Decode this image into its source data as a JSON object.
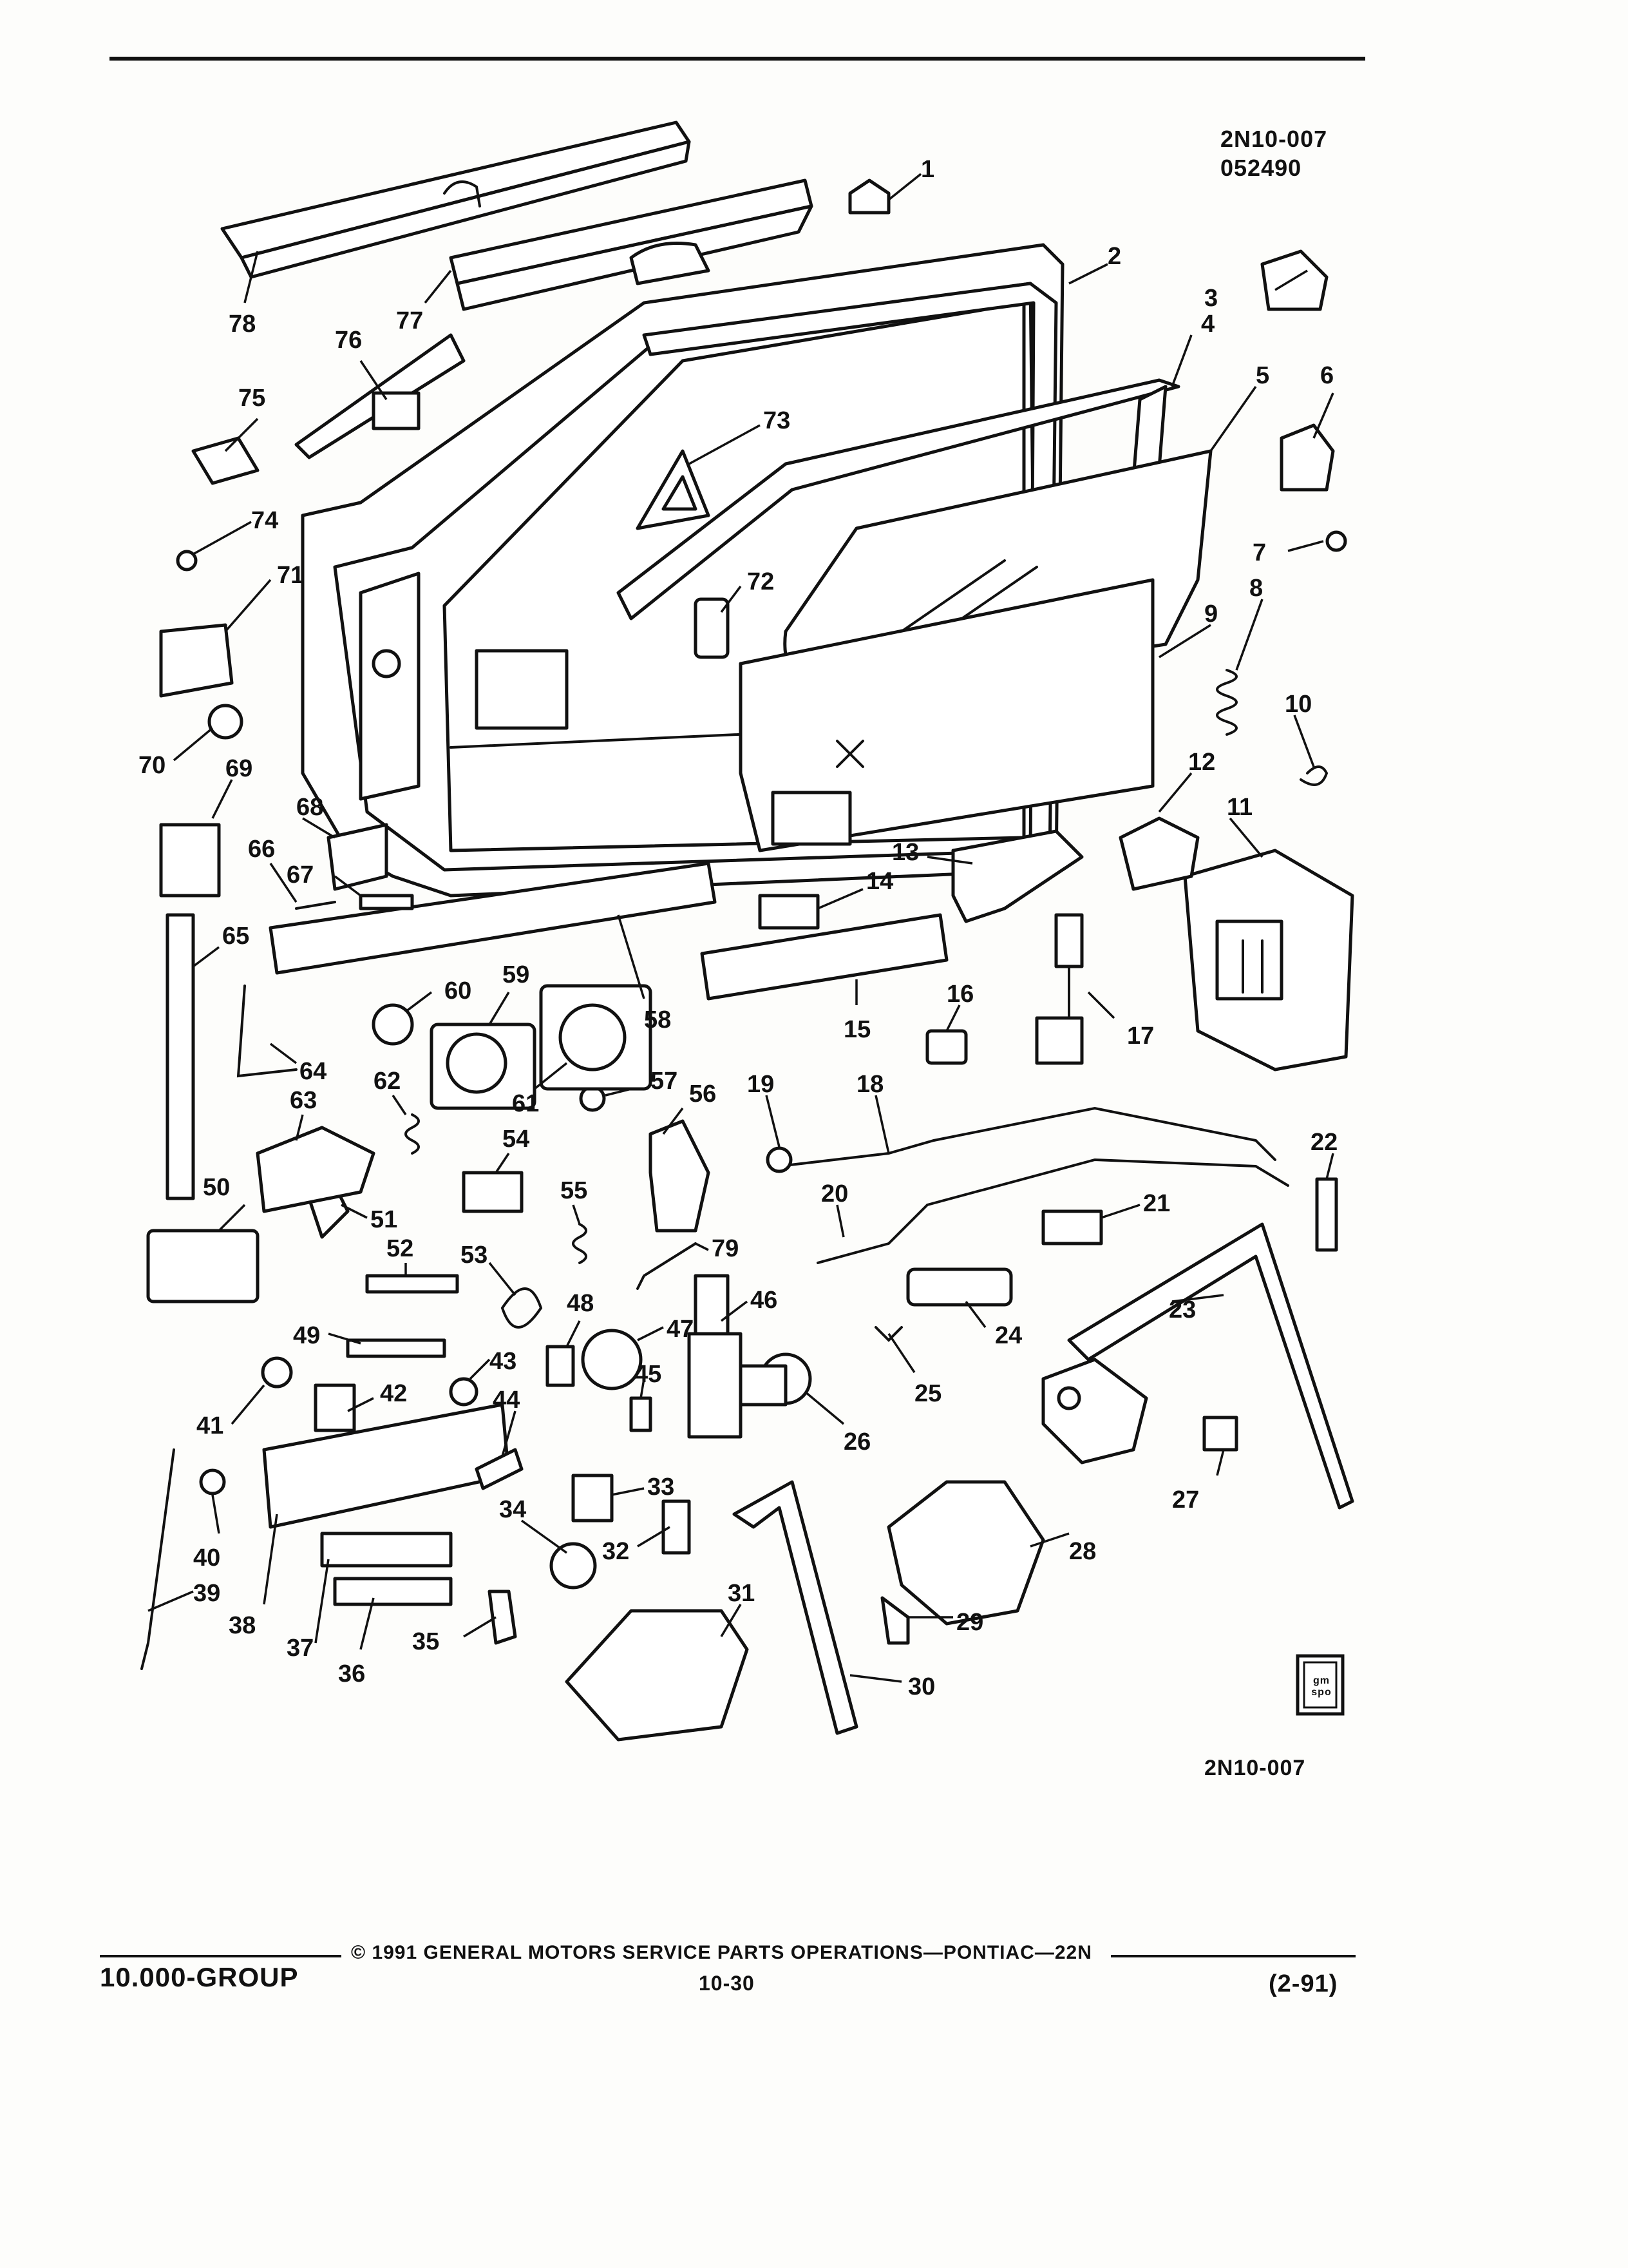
{
  "header": {
    "code": "2N10-007",
    "date": "052490"
  },
  "footer": {
    "group": "10.000-GROUP",
    "copyright": "© 1991  GENERAL MOTORS SERVICE PARTS OPERATIONS—PONTIAC—22N",
    "page": "10-30",
    "revision": "(2-91)",
    "figure_code": "2N10-007",
    "logo_text": "gm spo"
  },
  "callouts": [
    "1",
    "2",
    "3",
    "4",
    "5",
    "6",
    "7",
    "8",
    "9",
    "10",
    "11",
    "12",
    "13",
    "14",
    "15",
    "16",
    "17",
    "18",
    "19",
    "20",
    "21",
    "22",
    "23",
    "24",
    "25",
    "26",
    "27",
    "28",
    "29",
    "30",
    "31",
    "32",
    "33",
    "34",
    "35",
    "36",
    "37",
    "38",
    "39",
    "40",
    "41",
    "42",
    "43",
    "44",
    "45",
    "46",
    "47",
    "48",
    "49",
    "50",
    "51",
    "52",
    "53",
    "54",
    "55",
    "56",
    "57",
    "58",
    "59",
    "60",
    "61",
    "62",
    "63",
    "64",
    "65",
    "66",
    "67",
    "68",
    "69",
    "70",
    "71",
    "72",
    "73",
    "74",
    "75",
    "76",
    "77",
    "78",
    "79"
  ]
}
